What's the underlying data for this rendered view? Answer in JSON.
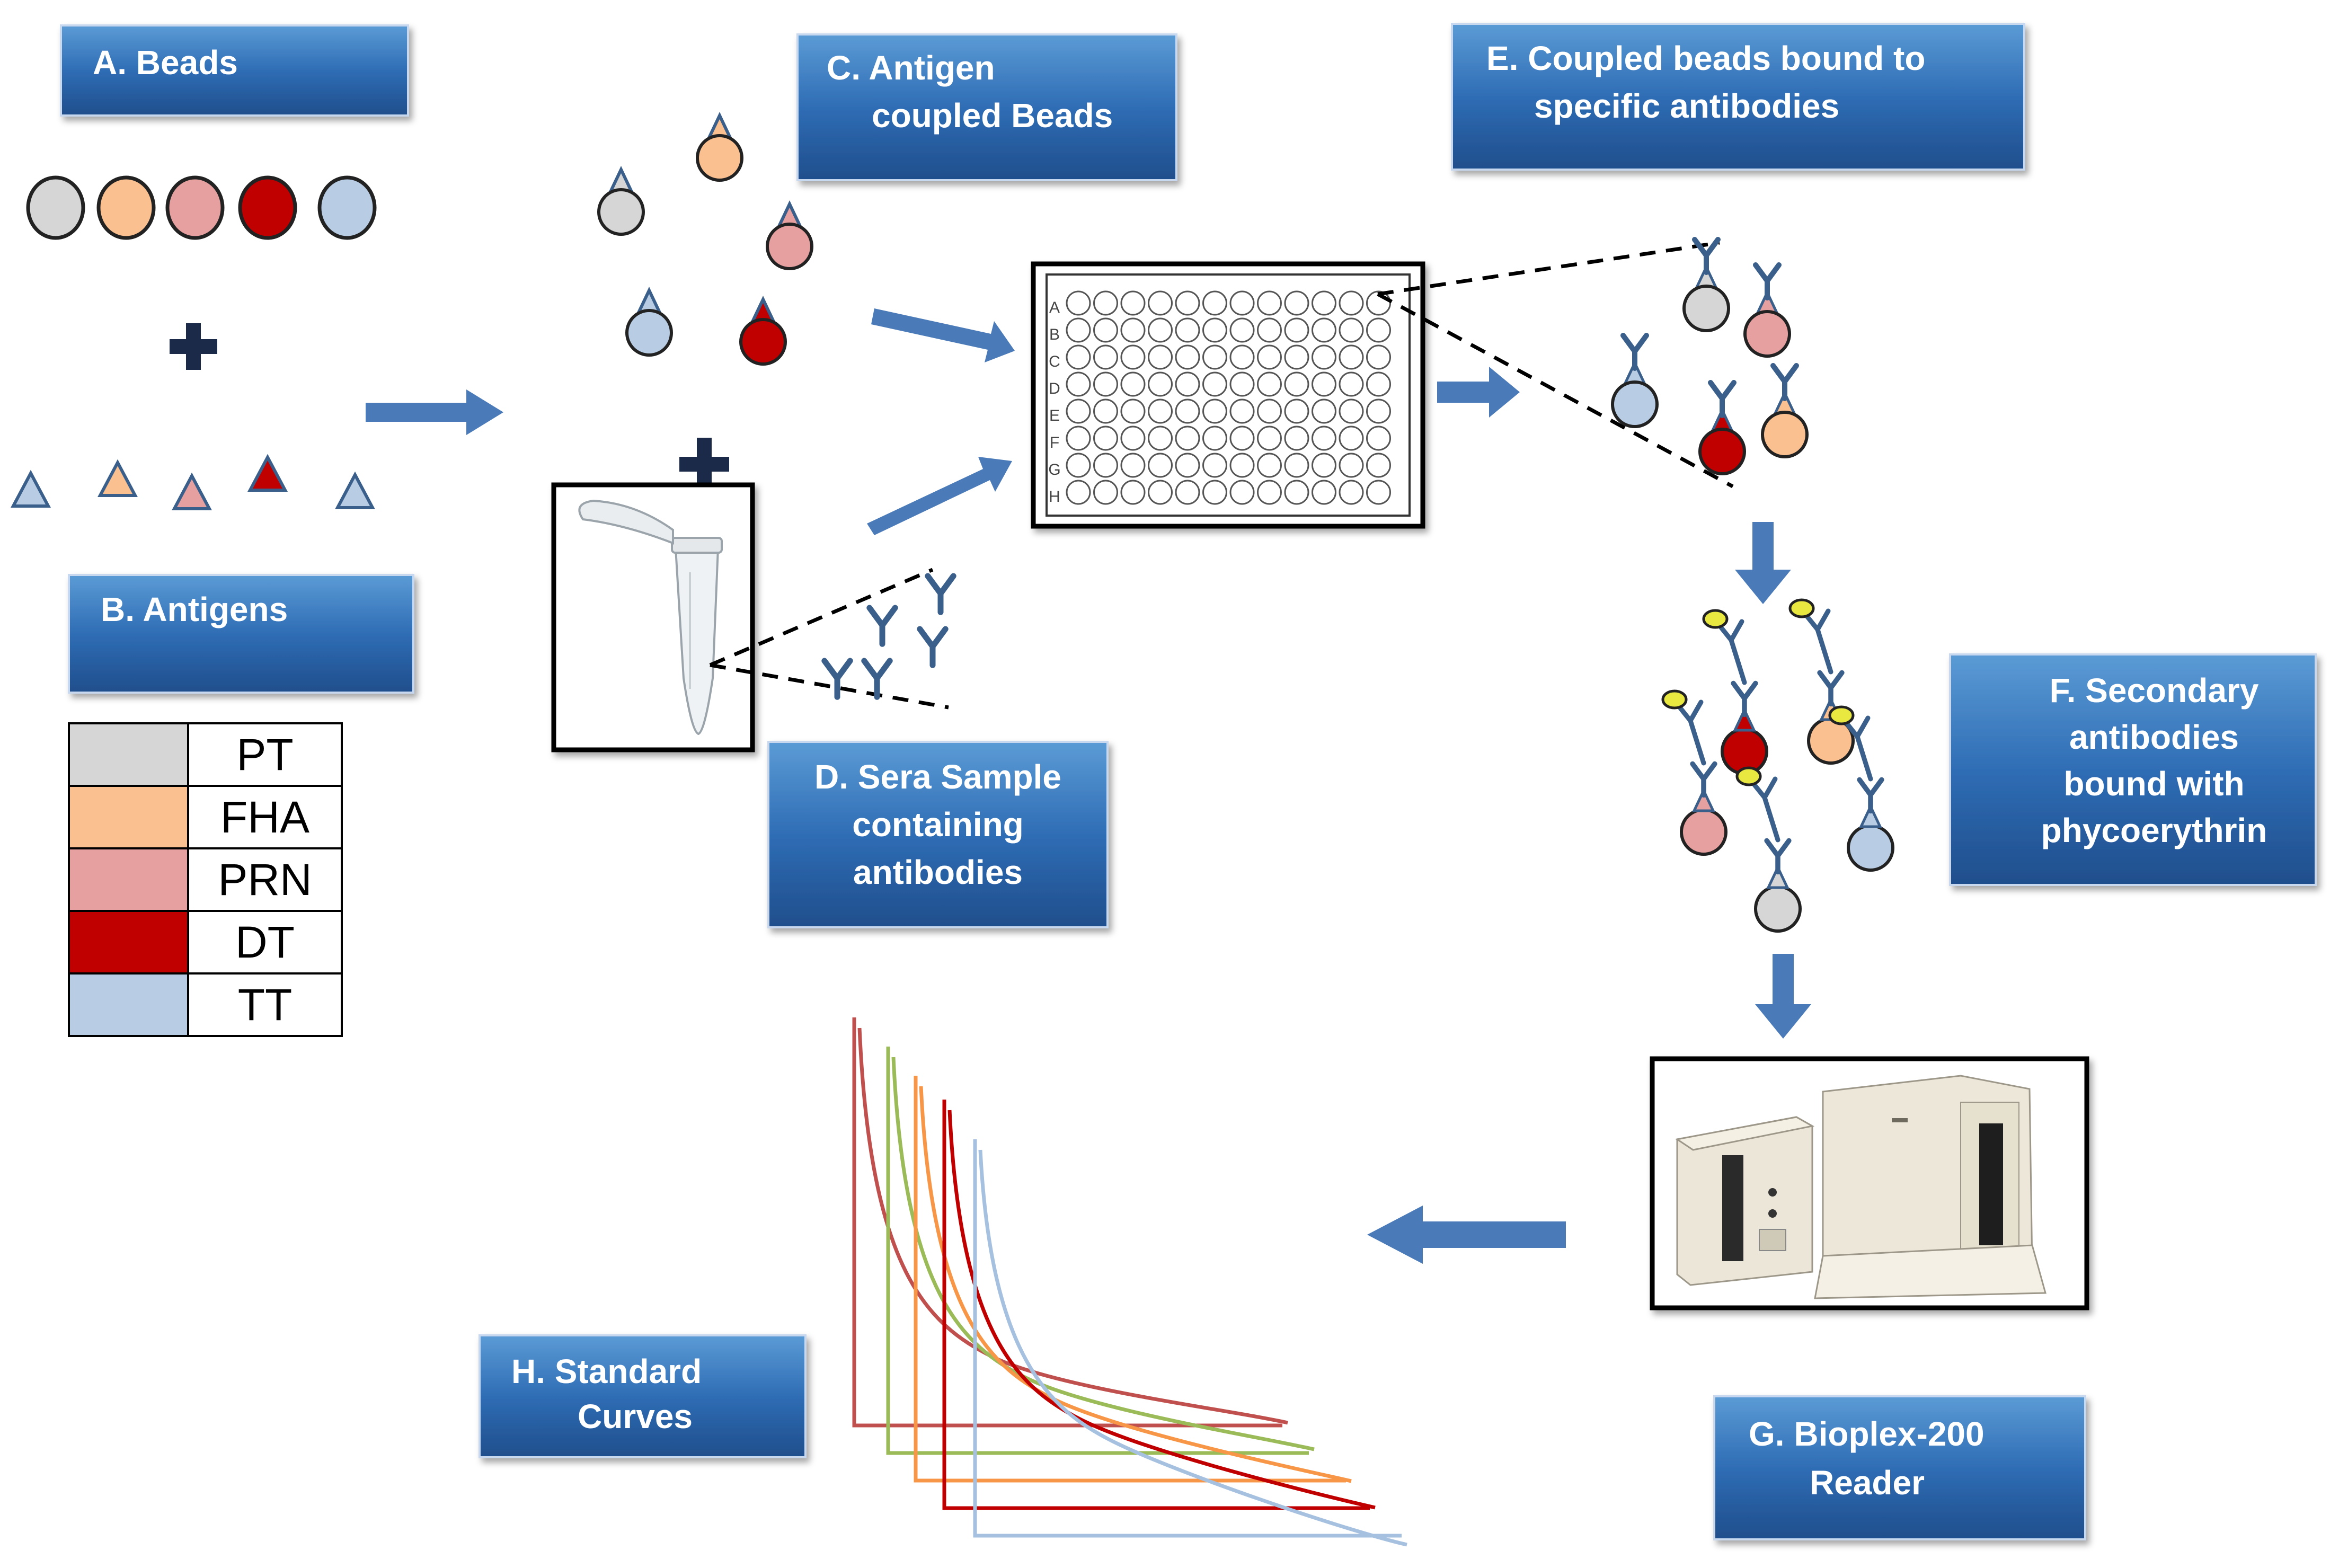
{
  "labels": {
    "a": [
      "A.   Beads"
    ],
    "b": [
      "B.   Antigens"
    ],
    "c": [
      "C.  Antigen",
      "coupled Beads"
    ],
    "d": [
      "D. Sera Sample",
      "containing",
      "antibodies"
    ],
    "e": [
      "E.  Coupled beads bound to",
      "specific antibodies"
    ],
    "f": [
      "F. Secondary",
      "antibodies",
      "bound with",
      "phycoerythrin"
    ],
    "g": [
      "G.   Bioplex-200",
      "Reader"
    ],
    "h": [
      "H.   Standard",
      "Curves"
    ]
  },
  "legend": [
    {
      "name": "PT",
      "color": "#d6d6d6"
    },
    {
      "name": "FHA",
      "color": "#fac090"
    },
    {
      "name": "PRN",
      "color": "#e6a0a0"
    },
    {
      "name": "DT",
      "color": "#c00000"
    },
    {
      "name": "TT",
      "color": "#b8cce4"
    }
  ],
  "plate_rows": [
    "A",
    "B",
    "C",
    "D",
    "E",
    "F",
    "G",
    "H"
  ],
  "colors": {
    "box_fill": "#3c78c0",
    "arrow": "#4a7ab8",
    "antibody": "#3a5f8a",
    "pe_label": "#e8e840"
  },
  "curve_colors": [
    "#c0504d",
    "#9bbb59",
    "#f79646",
    "#c00000",
    "#a6c0e0"
  ]
}
